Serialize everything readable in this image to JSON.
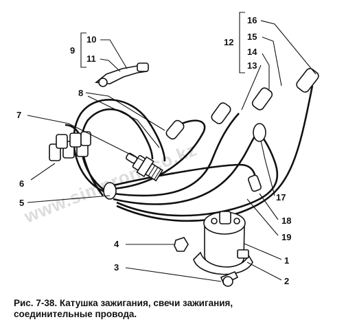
{
  "figure": {
    "caption_line1": "Рис. 7-38. Катушка зажигания, свечи зажигания,",
    "caption_line2": "соединительные провода.",
    "watermark": "www.simnron-ico.kz",
    "labels": {
      "l1": "1",
      "l2": "2",
      "l3": "3",
      "l4": "4",
      "l5": "5",
      "l6": "6",
      "l7": "7",
      "l8": "8",
      "l9": "9",
      "l10": "10",
      "l11": "11",
      "l12": "12",
      "l13": "13",
      "l14": "14",
      "l15": "15",
      "l16": "16",
      "l17": "17",
      "l18": "18",
      "l19": "19"
    }
  }
}
